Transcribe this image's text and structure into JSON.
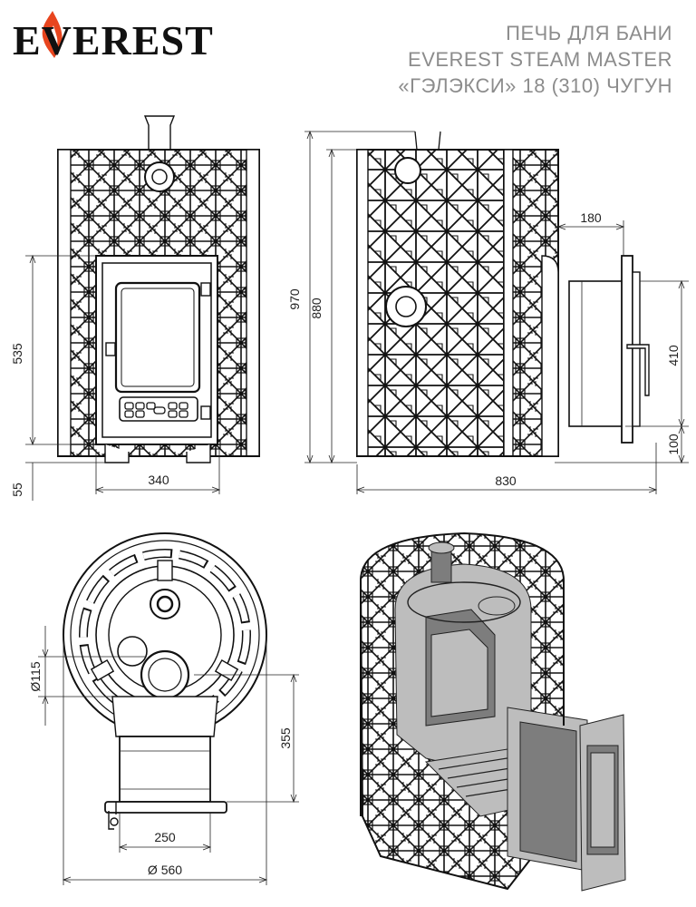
{
  "brand": {
    "logo_text": "EVEREST",
    "flame_color": "#e8451e"
  },
  "title": {
    "line1": "ПЕЧЬ ДЛЯ БАНИ",
    "line2": "EVEREST STEAM MASTER",
    "line3": "«ГЭЛЭКСИ» 18 (310) ЧУГУН"
  },
  "dimensions": {
    "front_door_height": "535",
    "front_base_height": "55",
    "front_width": "340",
    "side_total_height": "970",
    "side_body_height": "880",
    "side_tunnel_length": "180",
    "side_door_height": "410",
    "side_door_offset": "100",
    "side_total_length": "830",
    "top_chimney_diameter": "Ø115",
    "top_tunnel_length": "355",
    "top_tunnel_width": "250",
    "top_diameter": "Ø 560"
  },
  "colors": {
    "line": "#111111",
    "title_text": "#8c8c8c",
    "section_grey": "#bdbdbd",
    "section_dark": "#7d7d7d"
  }
}
